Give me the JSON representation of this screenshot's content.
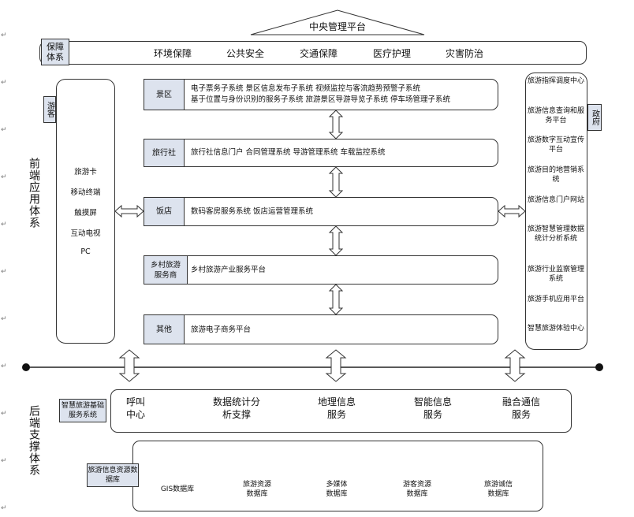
{
  "top_title": "中央管理平台",
  "guarantee": {
    "label": "保障\n体系",
    "items": [
      "环境保障",
      "公共安全",
      "交通保障",
      "医疗护理",
      "灾害防治"
    ]
  },
  "front_end_label": "前端应用体系",
  "back_end_label": "后端支撑体系",
  "tourist": {
    "label": "游客",
    "items": [
      "旅游卡",
      "移动终端",
      "触摸屏",
      "互动电视",
      "PC"
    ]
  },
  "government": {
    "label": "政府",
    "items": [
      "旅游指挥调度中心",
      "旅游信息查询和服务平台",
      "旅游数字互动宣传平台",
      "旅游目的地营销系统",
      "旅游信息门户网站",
      "旅游智慧管理数据统计分析系统",
      "旅游行业监察管理系统",
      "旅游手机应用平台",
      "智慧旅游体验中心"
    ]
  },
  "modules": [
    {
      "label": "景区",
      "line1": "电子票务子系统    景区信息发布子系统    视频监控与客流趋势预警子系统",
      "line2": "基于位置与身份识别的服务子系统    旅游景区导游导览子系统    停车场管理子系统"
    },
    {
      "label": "旅行社",
      "line1": "旅行社信息门户    合同管理系统    导游管理系统    车载监控系统",
      "line2": ""
    },
    {
      "label": "饭店",
      "line1": "数码客房服务系统    饭店运营管理系统",
      "line2": ""
    },
    {
      "label": "乡村旅游\n服务商",
      "line1": "乡村旅游产业服务平台",
      "line2": ""
    },
    {
      "label": "其他",
      "line1": "旅游电子商务平台",
      "line2": ""
    }
  ],
  "services": {
    "label": "智慧旅游基础服务系统",
    "items": [
      "呼叫\n中心",
      "数据统计分\n析支撑",
      "地理信息\n服务",
      "智能信息\n服务",
      "融合通信\n服务"
    ]
  },
  "databases": {
    "label": "旅游信息资源数据库",
    "items": [
      "GIS数据库",
      "旅游资源\n数据库",
      "多媒体\n数据库",
      "游客资源\n数据库",
      "旅游诚信\n数据库"
    ]
  }
}
